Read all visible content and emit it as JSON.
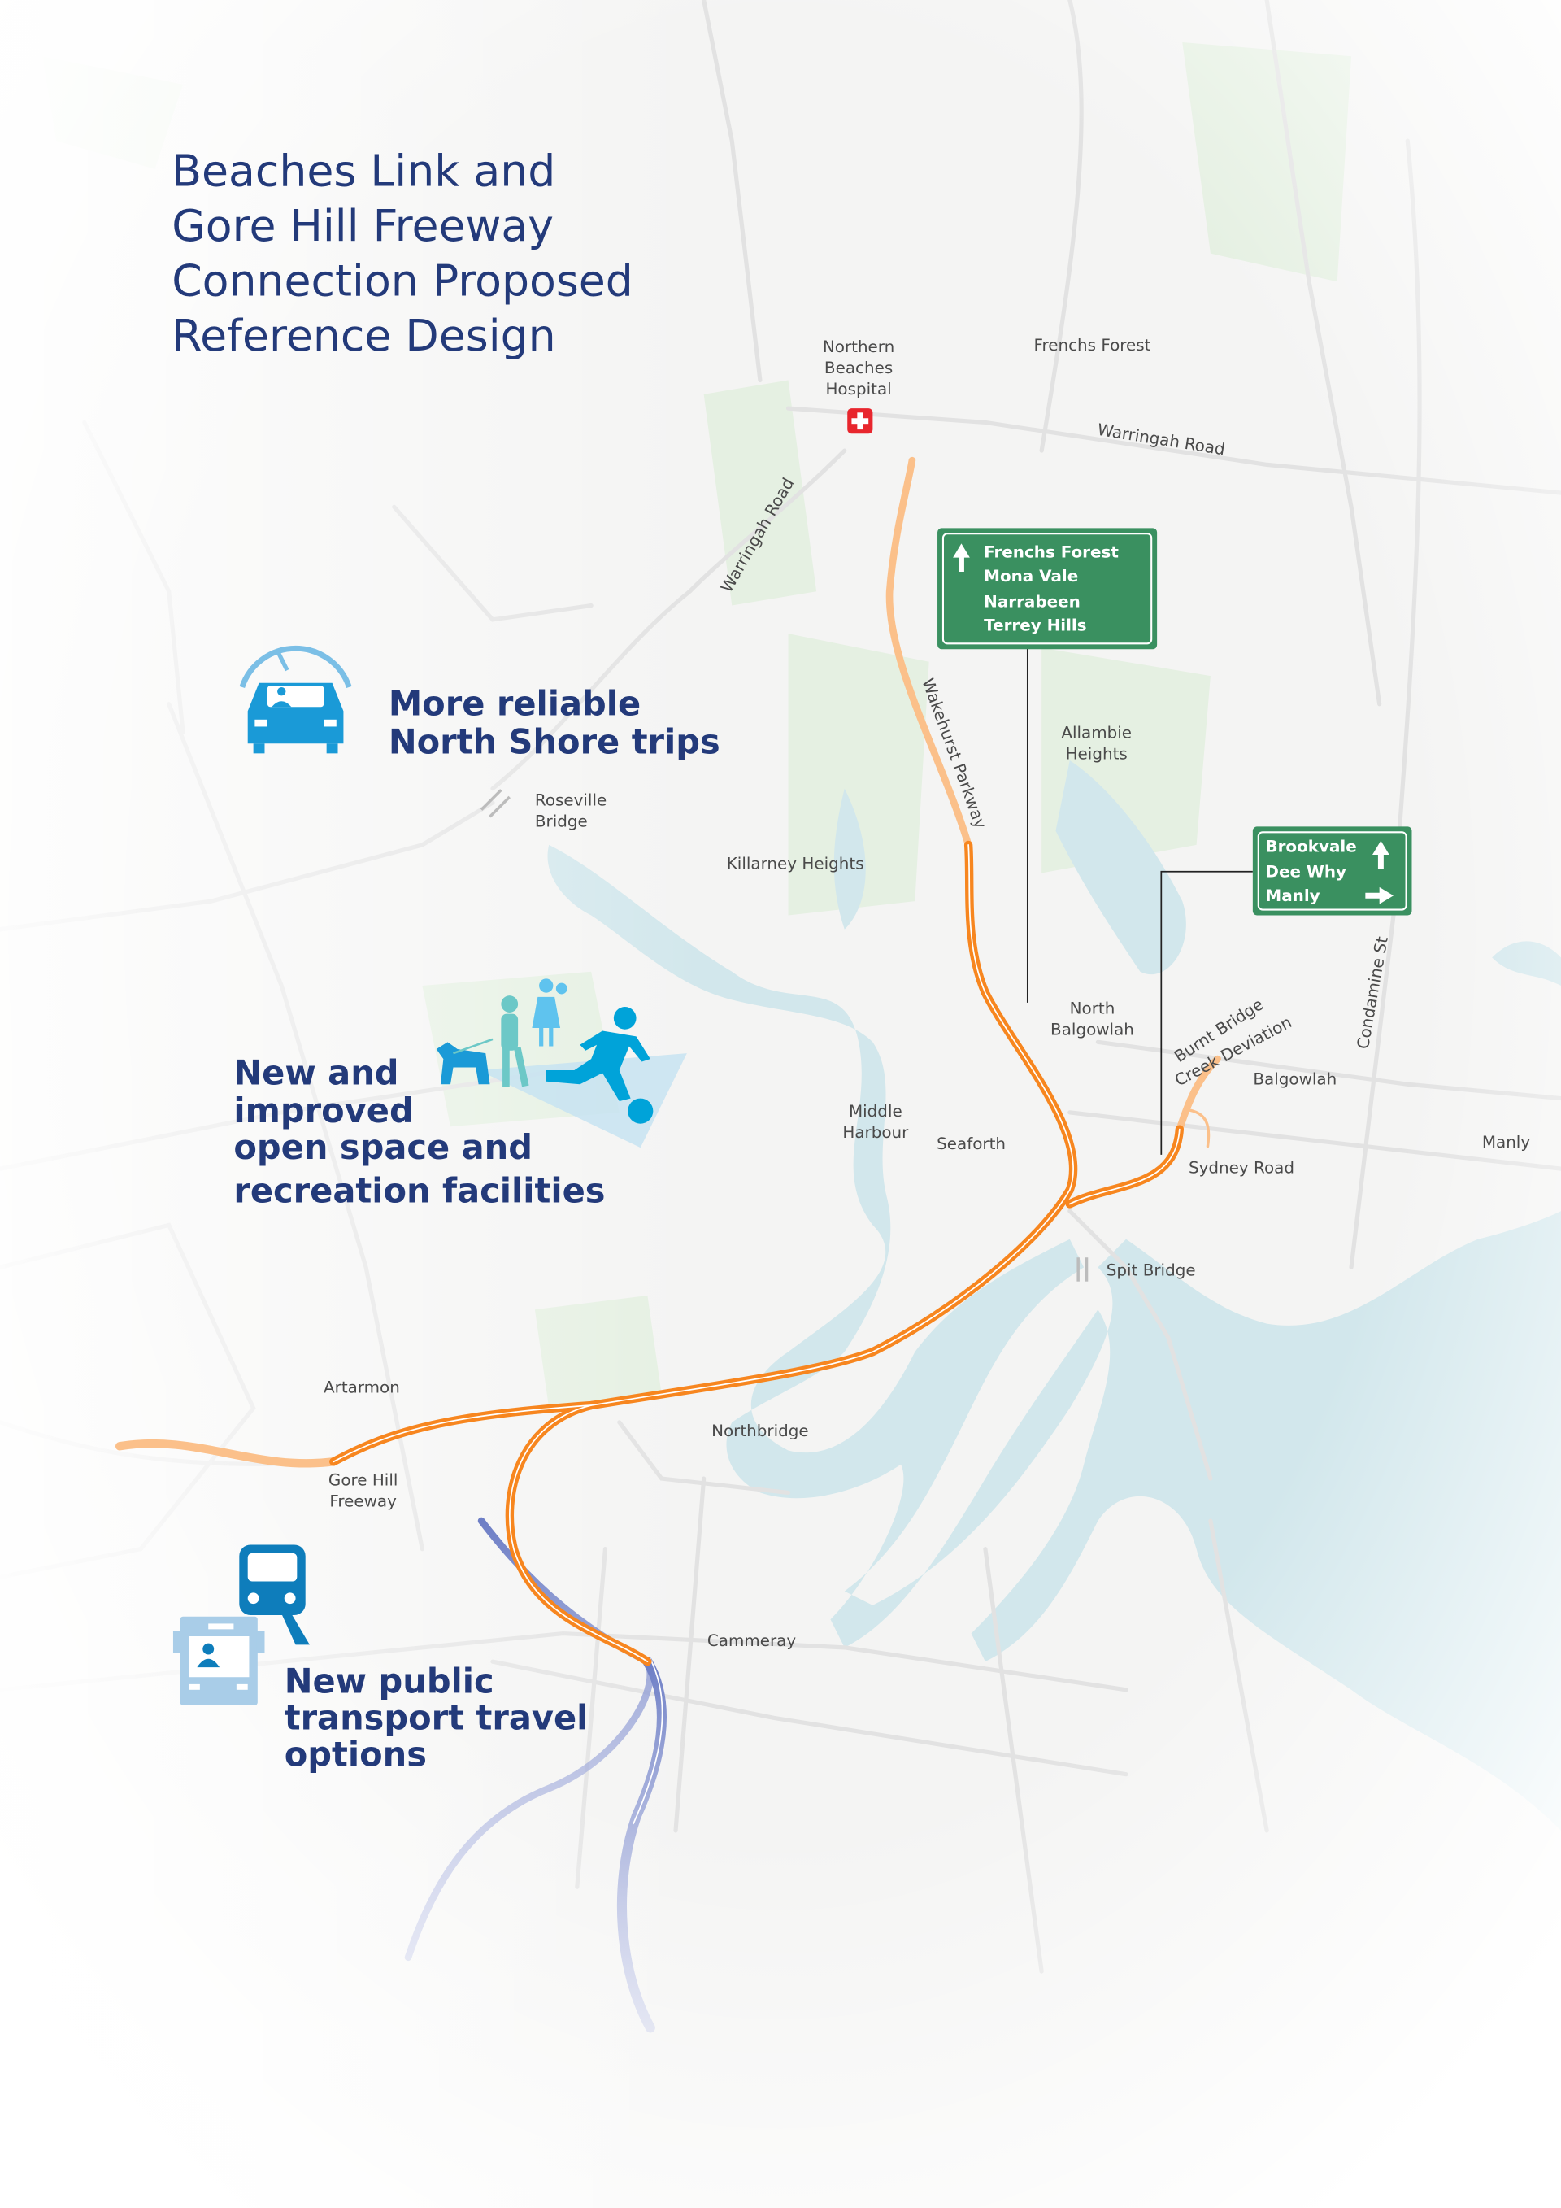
{
  "title": {
    "lines": [
      "Beaches Link and",
      "Gore Hill Freeway",
      "Connection Proposed",
      "Reference Design"
    ]
  },
  "benefits": {
    "trips": {
      "icon": "car-speedometer-icon",
      "lines": [
        "More reliable",
        "North Shore trips"
      ]
    },
    "open_space": {
      "icon": "people-recreation-icon",
      "lines": [
        "New and",
        "improved",
        "open space and",
        "recreation facilities"
      ]
    },
    "transport": {
      "icon": "train-bus-icon",
      "lines": [
        "New public",
        "transport travel",
        "options"
      ]
    }
  },
  "signs": {
    "north": {
      "destinations": [
        "Frenchs Forest",
        "Mona Vale",
        "Narrabeen",
        "Terrey Hills"
      ],
      "arrow": "up"
    },
    "east": {
      "destinations": [
        {
          "name": "Brookvale",
          "arrow": "up"
        },
        {
          "name": "Dee Why",
          "arrow": ""
        },
        {
          "name": "Manly",
          "arrow": "right"
        }
      ]
    }
  },
  "labels": {
    "hospital": [
      "Northern",
      "Beaches",
      "Hospital"
    ],
    "frenchs_forest": "Frenchs Forest",
    "warringah_road_east": "Warringah Road",
    "warringah_road_west": "Warringah Road",
    "wakehurst_parkway": "Wakehurst Parkway",
    "allambie_heights": [
      "Allambie",
      "Heights"
    ],
    "roseville_bridge": [
      "Roseville",
      "Bridge"
    ],
    "killarney_heights": "Killarney Heights",
    "north_balgowlah": [
      "North",
      "Balgowlah"
    ],
    "burnt_bridge": [
      "Burnt Bridge",
      "Creek Deviation"
    ],
    "condamine_st": "Condamine St",
    "balgowlah": "Balgowlah",
    "manly": "Manly",
    "sydney_road": "Sydney Road",
    "middle_harbour": [
      "Middle",
      "Harbour"
    ],
    "seaforth": "Seaforth",
    "spit_bridge": "Spit Bridge",
    "artarmon": "Artarmon",
    "northbridge": "Northbridge",
    "gore_hill_freeway": [
      "Gore Hill",
      "Freeway"
    ],
    "cammeray": "Cammeray"
  },
  "colors": {
    "heading": "#233a7a",
    "route": "#f7861f",
    "route_surface": "#fbc08a",
    "tunnel_link": "#7f8fcf",
    "sign": "#3a9060",
    "water": "#d2e7ec",
    "park": "#e5f0e2",
    "hospital": "#e8262d"
  }
}
